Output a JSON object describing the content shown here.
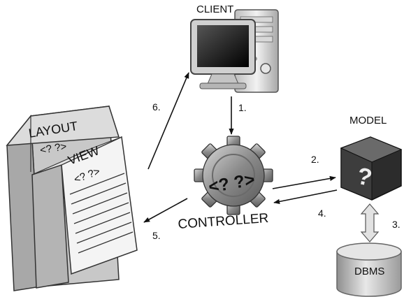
{
  "nodes": {
    "client": {
      "label": "CLIENT",
      "icon": "desktop-computer-icon"
    },
    "model": {
      "label": "MODEL",
      "symbol": "?",
      "icon": "question-cube-icon"
    },
    "controller": {
      "label": "CONTROLLER",
      "symbols": "<? ?>",
      "icon": "gear-icon"
    },
    "dbms": {
      "label": "DBMS",
      "icon": "database-cylinder-icon"
    },
    "layout": {
      "label": "LAYOUT",
      "code": "<? ?>"
    },
    "view": {
      "label": "VIEW",
      "code": "<? ?>"
    }
  },
  "steps": {
    "s1": "1.",
    "s2": "2.",
    "s3": "3.",
    "s4": "4.",
    "s5": "5.",
    "s6": "6."
  },
  "colors": {
    "ink": "#111111",
    "page": "#f4f4f4",
    "layout": "#c9c9c9",
    "shadow": "#9a9a9a",
    "gear": "#8c8c8c",
    "cube": "#3a3a3a"
  }
}
